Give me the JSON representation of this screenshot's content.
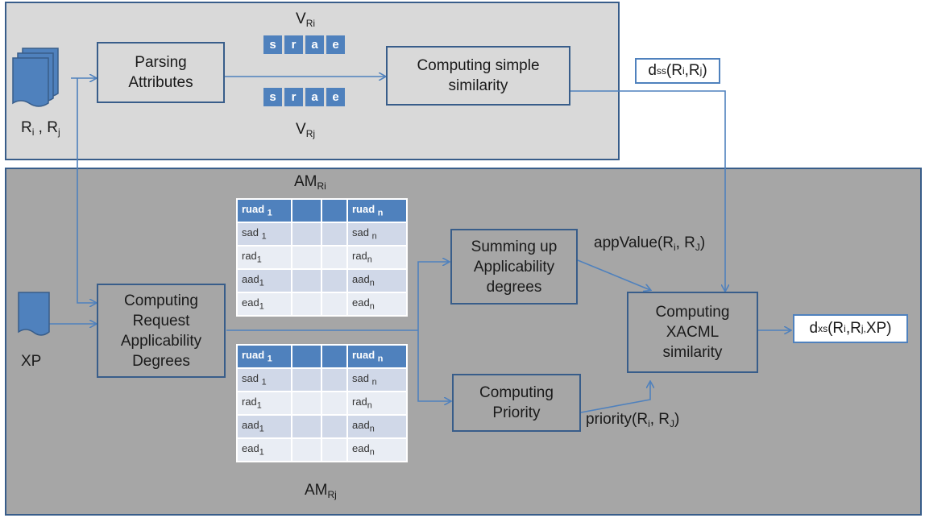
{
  "colors": {
    "top_panel": "#d9d9d9",
    "bottom_panel": "#a6a6a6",
    "border": "#385d8a",
    "accent": "#4f81bd"
  },
  "icons": {
    "doc_stack": "document-stack-icon",
    "doc": "document-icon"
  },
  "top": {
    "parse_box": "Parsing\nAttributes",
    "simple_box": "Computing simple\nsimilarity",
    "vec_top_label": {
      "main": "V",
      "sub": "Ri"
    },
    "vec_bottom_label": {
      "main": "V",
      "sub": "Rj"
    },
    "vector_cells": [
      "s",
      "r",
      "a",
      "e"
    ],
    "doc_label": {
      "a": "R",
      "a_sub": "i",
      "sep": " , ",
      "b": "R",
      "b_sub": "j"
    },
    "dss_output": {
      "main": "d",
      "sub": "ss",
      "args": "(R",
      "sub_i": "i",
      "comma": " ,R",
      "sub_j": "j",
      "close": ")"
    }
  },
  "bottom": {
    "xp_label": "XP",
    "request_box": "Computing\nRequest\nApplicability\nDegrees",
    "summing_box": "Summing up\nApplicability\ndegrees",
    "priority_box": "Computing\nPriority",
    "xacml_box": "Computing\nXACML\nsimilarity",
    "am_top_label": {
      "main": "AM",
      "sub": "Ri"
    },
    "am_bottom_label": {
      "main": "AM",
      "sub": "Rj"
    },
    "app_value": {
      "text": "appValue(R",
      "sub_i": "i",
      "mid": ",  R",
      "sub_j": "J",
      "close": ")"
    },
    "priority_label": {
      "text": "priority(R",
      "sub_i": "i",
      "mid": ",  R",
      "sub_j": "J",
      "close": ")"
    },
    "dxs_output": {
      "main": "d",
      "sub": "xs",
      "args": "(R",
      "sub_i": "i",
      "comma": " ,R",
      "sub_j": "j,",
      "close": " XP)"
    },
    "table_rows": [
      {
        "a": "ruad",
        "a_sub": "1",
        "b": "ruad",
        "b_sub": "n"
      },
      {
        "a": "sad",
        "a_sub": "1",
        "b": "sad",
        "b_sub": "n"
      },
      {
        "a": "rad",
        "a_sub": "1",
        "b": "rad",
        "b_sub": "n"
      },
      {
        "a": "aad",
        "a_sub": "1",
        "b": "aad",
        "b_sub": "n"
      },
      {
        "a": "ead",
        "a_sub": "1",
        "b": "ead",
        "b_sub": "n"
      }
    ]
  }
}
